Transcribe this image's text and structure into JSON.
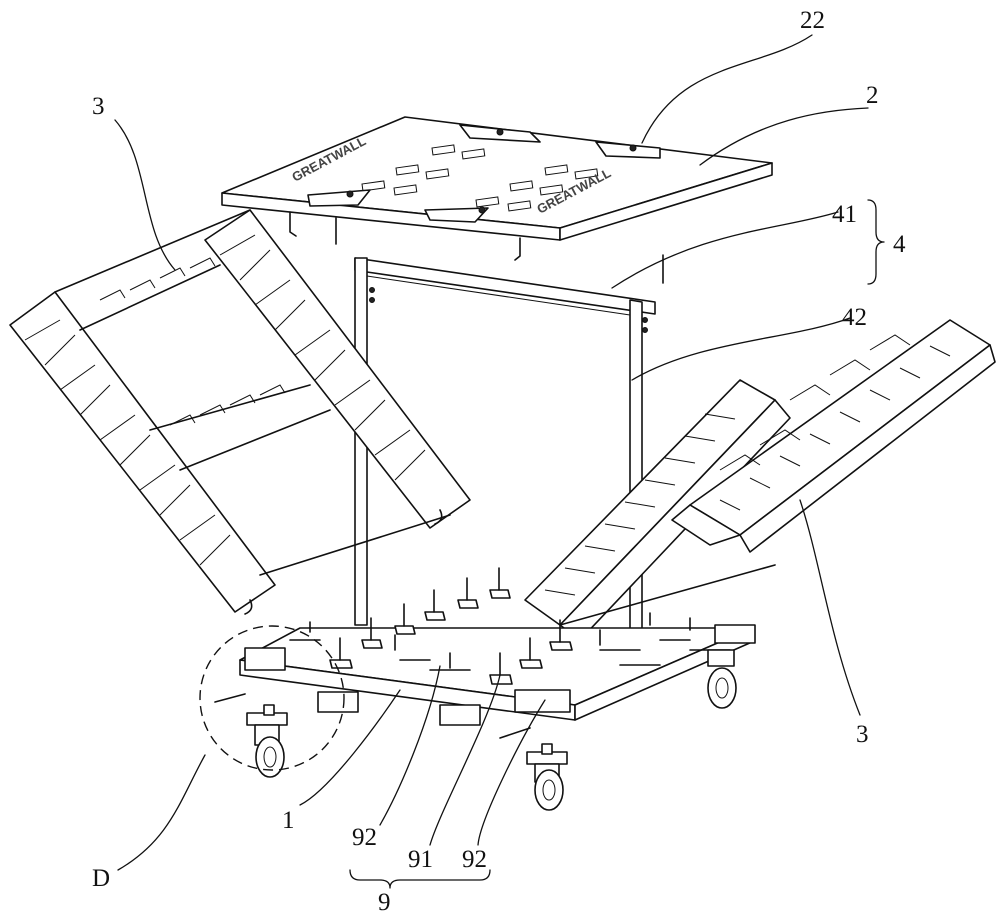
{
  "figure": {
    "labels": {
      "top_plate_tab": "22",
      "top_plate": "2",
      "left_panel": "3",
      "frame_top": "41",
      "frame_group": "4",
      "frame_post": "42",
      "right_panel": "3",
      "base": "1",
      "locator_left": "92",
      "clamp": "91",
      "locator_right": "92",
      "locator_group": "9",
      "detail": "D"
    },
    "plate_marking": "GREATWALL"
  }
}
